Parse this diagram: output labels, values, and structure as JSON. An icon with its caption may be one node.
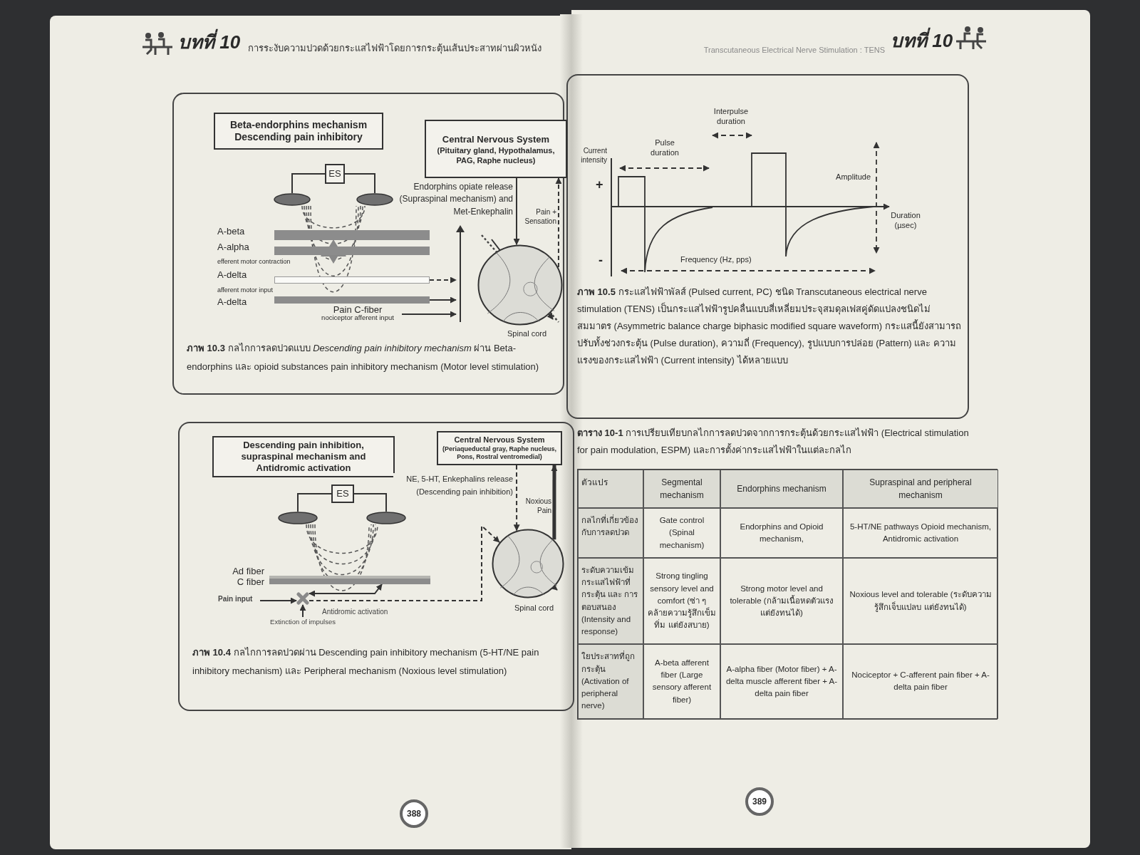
{
  "diagram": {
    "nodes": [
      {
        "text": [
          "Beta-endorphins mechanism Descending pain inhibitory"
        ]
      },
      {
        "text": [
          "Central Nervous System",
          "(Pituitary gland, Hypothalamus, PAG, Raphe nucleus)"
        ]
      },
      {
        "text": [
          "ES"
        ]
      },
      {
        "text": [],
        "shape": "ellipse"
      },
      {
        "text": [],
        "shape": "ellipse"
      },
      {
        "text": [],
        "shape": "bar",
        "beside": [
          "A-beta"
        ]
      },
      {
        "text": [],
        "shape": "bar",
        "beside": [
          "A-alpha",
          "efferent motor contraction"
        ]
      },
      {
        "text": [],
        "shape": "bar",
        "beside": [
          "A-delta",
          "afferent motor input"
        ]
      },
      {
        "text": [],
        "shape": "bar",
        "beside": [
          "A-delta"
        ]
      },
      {
        "text": [
          "Pain C-fiber",
          "nociceptor afferent input"
        ]
      },
      {
        "text": [],
        "shape": "circle",
        "beside": [
          "Spinal cord"
        ]
      },
      {
        "text": [
          "Descending pain inhibition, supraspinal mechanism and Antidromic activation"
        ]
      },
      {
        "text": [
          "Central Nervous System",
          "(Periaqueductal gray, Raphe nucleus, Pons, Rostral ventromedial)"
        ]
      },
      {
        "text": [
          "ES"
        ]
      },
      {
        "text": [],
        "shape": "ellipse"
      },
      {
        "text": [],
        "shape": "ellipse"
      },
      {
        "text": [],
        "shape": "bar",
        "beside": [
          "Ad fiber",
          "C fiber"
        ]
      },
      {
        "text": [
          "Pain input"
        ]
      },
      {
        "text": [],
        "shape": "cross"
      },
      {
        "text": [
          "Extinction of impulses"
        ]
      },
      {
        "text": [],
        "shape": "circle",
        "beside": [
          "Spinal cord"
        ]
      },
      {
        "text": [],
        "shape": "bar"
      }
    ],
    "edges": [
      {
        "from": 2,
        "to": 3,
        "arrow": "none"
      },
      {
        "from": 2,
        "to": 4,
        "arrow": "none"
      },
      {
        "from": 7,
        "to": 21,
        "arrow": "to",
        "style": "dashed"
      },
      {
        "from": 8,
        "to": 21,
        "arrow": "to"
      },
      {
        "from": 9,
        "to": 21,
        "arrow": "to"
      },
      {
        "from": 1,
        "to": 10,
        "arrow": "to",
        "label": "Endorphins opiate release (Supraspinal mechanism) and Met-Enkephalin"
      },
      {
        "from": 10,
        "to": 1,
        "arrow": "to",
        "style": "dashed",
        "label": "Pain + Sensation"
      },
      {
        "from": 13,
        "to": 14,
        "arrow": "none"
      },
      {
        "from": 13,
        "to": 15,
        "arrow": "none"
      },
      {
        "from": 17,
        "to": 18,
        "arrow": "to"
      },
      {
        "from": 19,
        "to": 18,
        "arrow": "to"
      },
      {
        "from": 18,
        "to": 20,
        "arrow": "to",
        "style": "dashed"
      },
      {
        "from": 12,
        "to": 20,
        "arrow": "to",
        "style": "dashed",
        "label": "NE, 5-HT, Enkephalins release (Descending pain inhibition)"
      },
      {
        "from": 20,
        "to": 12,
        "arrow": "to",
        "style": "thick",
        "label": "Noxious Pain"
      },
      {
        "from": 18,
        "to": 16,
        "arrow": "both",
        "label": "Antidromic activation"
      }
    ],
    "labels": [
      "บทที่ 10",
      "การระงับความปวดด้วยกระแสไฟฟ้าโดยการกระตุ้นเส้นประสาทผ่านผิวหนัง",
      "Transcutaneous Electrical Nerve Stimulation : TENS",
      "บทที่ 10",
      "**ภาพ 10.3** กลไกการลดปวดแบบ *Descending pain inhibitory mechanism* ผ่าน Beta-endorphins และ opioid substances pain inhibitory mechanism (Motor level stimulation)",
      "**ภาพ 10.4** กลไกการลดปวดผ่าน Descending pain inhibitory mechanism (5-HT/NE pain inhibitory mechanism) และ Peripheral mechanism (Noxious level stimulation)",
      "388",
      "Current intensity",
      "+",
      "-",
      "Pulse duration",
      "Interpulse duration",
      "Amplitude",
      "Duration (µsec)",
      "Frequency (Hz, pps)",
      "**ภาพ 10.5** กระแสไฟฟ้าพัลส์ (Pulsed current, PC) ชนิด Transcutaneous electrical nerve stimulation (TENS) เป็นกระแสไฟฟ้ารูปคลื่นแบบสี่เหลี่ยมประจุสมดุลเฟสคู่ดัดแปลงชนิดไม่สมมาตร (Asymmetric balance charge biphasic modified square waveform) กระแสนี้ยังสามารถปรับทั้งช่วงกระตุ้น (Pulse duration), ความถี่ (Frequency), รูปแบบการปล่อย (Pattern) และ ความแรงของกระแสไฟฟ้า (Current intensity) ได้หลายแบบ",
      "**ตาราง 10-1** การเปรียบเทียบกลไกการลดปวดจากการกระตุ้นด้วยกระแสไฟฟ้า (Electrical stimulation for pain modulation, ESPM) และการตั้งค่ากระแสไฟฟ้าในแต่ละกลไก",
      "ตัวแปร",
      "Segmental mechanism",
      "Endorphins mechanism",
      "Supraspinal and peripheral mechanism",
      "กลไกที่เกี่ยวข้องกับการลดปวด",
      "Gate control (Spinal mechanism)",
      "Endorphins and Opioid mechanism,",
      "5-HT/NE pathways Opioid mechanism, Antidromic activation",
      "ระดับความเข้มกระแสไฟฟ้าที่กระตุ้น และ การตอบสนอง (Intensity and response)",
      "Strong tingling sensory level and comfort (ซ่า ๆ คล้ายความรู้สึกเข็มทิ่ม แต่ยังสบาย)",
      "Strong motor level and tolerable (กล้ามเนื้อหดตัวแรง แต่ยังทนได้)",
      "Noxious level and tolerable (ระดับความรู้สึกเจ็บแปลบ แต่ยังทนได้)",
      "ใยประสาทที่ถูกกระตุ้น (Activation of peripheral nerve)",
      "A-beta afferent fiber (Large sensory afferent fiber)",
      "A-alpha fiber (Motor fiber) + A-delta muscle afferent fiber + A-delta pain fiber",
      "Nociceptor + C-afferent pain fiber + A-delta pain fiber",
      "389"
    ]
  }
}
